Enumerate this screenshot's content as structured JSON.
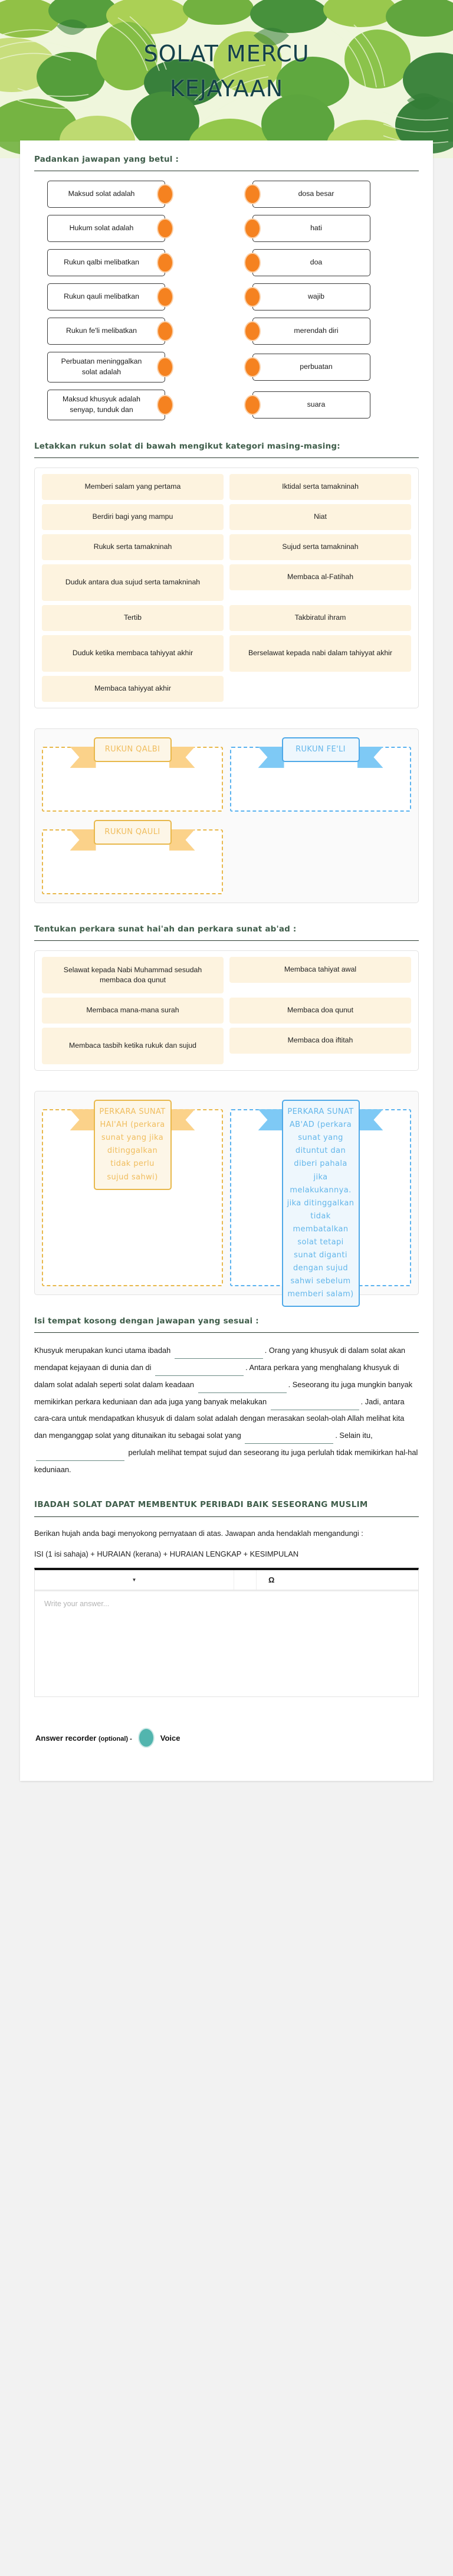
{
  "banner": {
    "title_line1": "SOLAT MERCU",
    "title_line2": "KEJAYAAN",
    "accent_green_dark": "#2f7a33",
    "accent_green_light": "#b8d24a",
    "title_color": "#14404a"
  },
  "match_section": {
    "heading": "Padankan jawapan yang betul :",
    "pairs": [
      {
        "left": "Maksud solat adalah",
        "right": "dosa besar"
      },
      {
        "left": "Hukum solat adalah",
        "right": "hati"
      },
      {
        "left": "Rukun qalbi melibatkan",
        "right": "doa"
      },
      {
        "left": "Rukun qauli melibatkan",
        "right": "wajib"
      },
      {
        "left": "Rukun fe'li melibatkan",
        "right": "merendah diri"
      },
      {
        "left": "Perbuatan meninggalkan solat adalah",
        "right": "perbuatan"
      },
      {
        "left": "Maksud khusyuk adalah senyap, tunduk dan",
        "right": "suara"
      }
    ],
    "dot_color": "#f58220"
  },
  "rukun_section": {
    "heading": "Letakkan rukun solat di bawah mengikut kategori masing-masing:",
    "tiles": [
      "Memberi salam yang pertama",
      "Iktidal serta tamakninah",
      "Berdiri bagi yang mampu",
      "Niat",
      "Rukuk serta tamakninah",
      "Sujud serta tamakninah",
      "Duduk antara dua sujud serta tamakninah",
      "Membaca al-Fatihah",
      "Tertib",
      "Takbiratul ihram",
      "Duduk ketika membaca tahiyyat akhir",
      "Berselawat kepada nabi dalam tahiyyat akhir",
      "Membaca tahiyyat akhir"
    ],
    "zones": [
      {
        "label": "RUKUN QALBI",
        "color": "#e8b84b"
      },
      {
        "label": "RUKUN FE'LI",
        "color": "#4fa9e8"
      },
      {
        "label": "RUKUN QAULI",
        "color": "#e8b84b"
      }
    ]
  },
  "sunat_section": {
    "heading": "Tentukan perkara sunat hai'ah dan perkara sunat ab'ad :",
    "tiles": [
      "Selawat kepada Nabi Muhammad sesudah membaca doa qunut",
      "Membaca tahiyat awal",
      "Membaca mana-mana surah",
      "Membaca doa qunut",
      "Membaca tasbih ketika rukuk dan sujud",
      "Membaca doa iftitah"
    ],
    "zones": [
      {
        "label": "PERKARA SUNAT HAI'AH (perkara sunat yang jika ditinggalkan tidak perlu sujud sahwi)",
        "color": "#e8b84b"
      },
      {
        "label": "PERKARA SUNAT AB'AD (perkara sunat yang dituntut dan diberi pahala jika melakukannya. jika ditinggalkan tidak membatalkan solat tetapi sunat diganti dengan sujud sahwi sebelum memberi salam)",
        "color": "#4fa9e8"
      }
    ]
  },
  "cloze_section": {
    "heading": "Isi tempat kosong dengan jawapan yang sesuai :",
    "segments": [
      {
        "type": "text",
        "value": "Khusyuk merupakan kunci utama ibadah "
      },
      {
        "type": "blank",
        "value": ""
      },
      {
        "type": "text",
        "value": ". Orang yang khusyuk di dalam solat akan mendapat kejayaan di dunia dan di "
      },
      {
        "type": "blank",
        "value": ""
      },
      {
        "type": "text",
        "value": ". Antara perkara yang menghalang khusyuk di dalam solat adalah seperti solat dalam keadaan "
      },
      {
        "type": "blank",
        "value": ""
      },
      {
        "type": "text",
        "value": ". Seseorang itu juga mungkin banyak memikirkan perkara keduniaan dan ada juga yang banyak melakukan "
      },
      {
        "type": "blank",
        "value": ""
      },
      {
        "type": "text",
        "value": ". Jadi, antara cara-cara untuk mendapatkan khusyuk di dalam solat adalah dengan merasakan seolah-olah Allah melihat kita dan menganggap solat yang ditunaikan itu sebagai solat yang "
      },
      {
        "type": "blank",
        "value": ""
      },
      {
        "type": "text",
        "value": ". Selain itu, "
      },
      {
        "type": "blank",
        "value": ""
      },
      {
        "type": "text",
        "value": " perlulah melihat tempat sujud dan seseorang itu juga perlulah tidak memikirkan hal-hal keduniaan."
      }
    ]
  },
  "essay_section": {
    "title": "IBADAH SOLAT DAPAT MEMBENTUK PERIBADI BAIK SESEORANG MUSLIM",
    "instruction": "Berikan hujah anda bagi menyokong pernyataan di atas. Jawapan anda hendaklah mengandungi :",
    "format": "ISI  (1 isi sahaja) + HURAIAN (kerana) + HURAIAN LENGKAP + KESIMPULAN",
    "toolbar": {
      "dropdown_icon": "caret-down-icon",
      "omega_icon": "omega-symbol"
    },
    "answer_placeholder": "Write your answer..."
  },
  "recorder": {
    "label": "Answer recorder",
    "optional": "(optional) -",
    "voice_label": "Voice",
    "dot_color": "#52b5ae"
  }
}
